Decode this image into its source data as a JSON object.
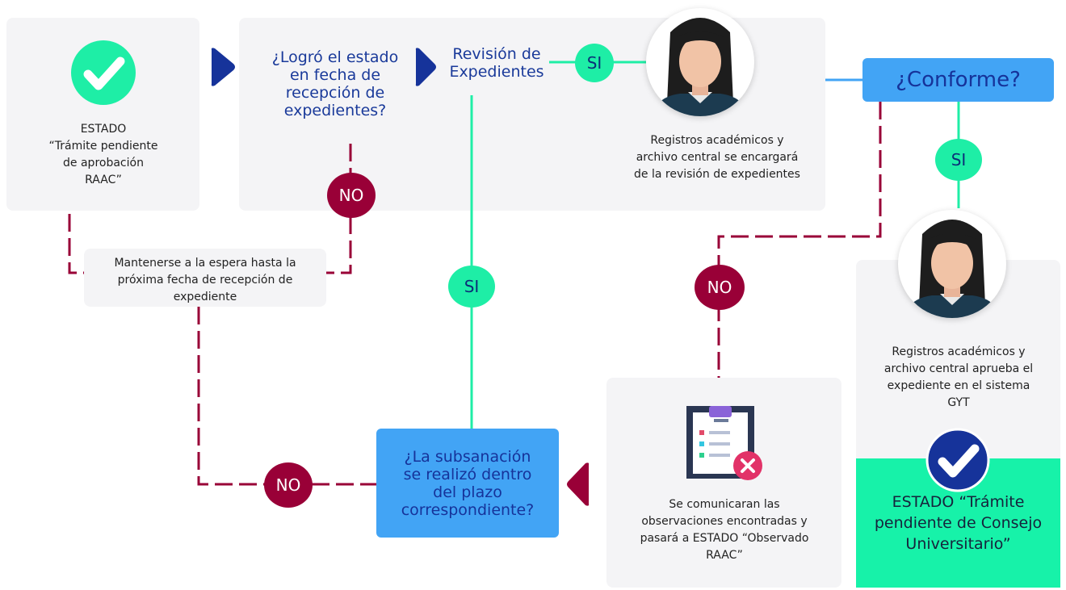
{
  "colors": {
    "green": "#1eeea6",
    "maroon": "#990037",
    "blue": "#42a4f5",
    "navy": "#1a3a9a",
    "panel": "#f4f4f6"
  },
  "estado1": {
    "line1": "ESTADO",
    "line2": "“Trámite pendiente",
    "line3": "de aprobación",
    "line4": "RAAC”"
  },
  "q_fecha": {
    "line1": "¿Logró el estado",
    "line2": "en fecha de",
    "line3": "recepción de",
    "line4": "expedientes?"
  },
  "revision": {
    "line1": "Revisión de",
    "line2": "Expedientes"
  },
  "registros1": {
    "line1": "Registros académicos y",
    "line2": "archivo central se encargará",
    "line3": "de la revisión de expedientes"
  },
  "conforme": "¿Conforme?",
  "espera": {
    "line1": "Mantenerse a la espera hasta la",
    "line2": "próxima fecha de recepción de",
    "line3": "expediente"
  },
  "registros2": {
    "line1": "Registros académicos y",
    "line2": "archivo central aprueba el",
    "line3": "expediente en el sistema",
    "line4": "GYT"
  },
  "estado_final": {
    "line1": "ESTADO “Trámite",
    "line2": "pendiente de Consejo",
    "line3": "Universitario”"
  },
  "subsanacion": {
    "line1": "¿La subsanación",
    "line2": "se realizó dentro",
    "line3": "del plazo",
    "line4": "correspondiente?"
  },
  "observaciones": {
    "line1": "Se comunicaran las",
    "line2": "observaciones encontradas y",
    "line3": "pasará a ESTADO “Observado",
    "line4": "RAAC”"
  },
  "badges": {
    "si": "SI",
    "no": "NO"
  },
  "icons": {
    "check": "check-circle-icon",
    "checklist": "checklist-reject-icon",
    "arrow": "arrow-right-icon",
    "person": "person-avatar-icon"
  }
}
